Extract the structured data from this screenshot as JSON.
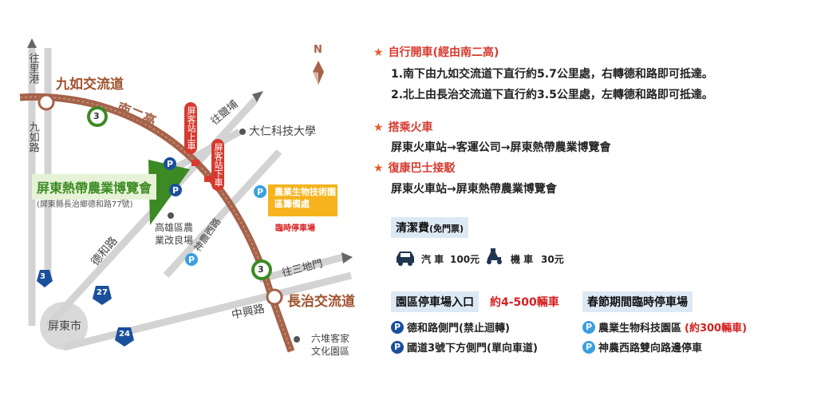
{
  "map": {
    "north": "N",
    "to_ligang": "往里港",
    "jiuru_interchange": "九如交流道",
    "jiuru_road": "九如路",
    "nan_er_gao": "南二高",
    "route3": "3",
    "to_yanpu": "往鹽埔",
    "dajen_univ": "大仁科技大學",
    "station_up": "屏客站上車",
    "station_down": "屏客站下車",
    "expo_name": "屏東熱帶農業博覽會",
    "expo_address": "(屏東縣長治鄉德和路77號)",
    "kaohsiung_improvement": "高雄區農業改良場",
    "biotech_park": "農業生物技術園區籌備處",
    "temp_parking": "臨時停車場",
    "dehe_road": "德和路",
    "shennong_w_road": "神農西路",
    "to_sandimen": "往三地門",
    "changzhi_interchange": "長治交流道",
    "route27": "27",
    "route24": "24",
    "pingtung_city": "屏東市",
    "zhongxing_road": "中興路",
    "liudui_hakka": "六堆客家文化園區",
    "p": "P"
  },
  "info": {
    "bike_title": "自行開車(經由南二高)",
    "bike_line1": "1.南下由九如交流道下直行約5.7公里處，右轉德和路即可抵達。",
    "bike_line2": "2.北上由長治交流道下直行約3.5公里處，左轉德和路即可抵達。",
    "train_title": "搭乘火車",
    "train_line": "屏東火車站→客運公司→屏東熱帶農業博覽會",
    "bus_title": "復康巴士接駁",
    "bus_line": "屏東火車站→屏東熱帶農業博覽會",
    "fee_title": "清潔費",
    "fee_note": "(免門票)",
    "car_label": "汽 車",
    "car_price": "100元",
    "moto_label": "機 車",
    "moto_price": "30元",
    "park_entry_title": "園區停車場入口",
    "park_entry_count": "約4-500輛車",
    "park_item1": "德和路側門(禁止迴轉)",
    "park_item2": "國道3號下方側門(單向車道)",
    "festival_title": "春節期間臨時停車場",
    "fest_item1_a": "農業生物科技園區",
    "fest_item1_b": "(約300輛車)",
    "fest_item2": "神農西路雙向路邊停車"
  },
  "colors": {
    "highway": "#a5634a",
    "road": "#d3d3d3",
    "route_blue": "#1a4f9c",
    "green": "#3b8a24",
    "red": "#d63a2f",
    "orange": "#f6b31d",
    "tag_bg": "#dce9f5"
  }
}
